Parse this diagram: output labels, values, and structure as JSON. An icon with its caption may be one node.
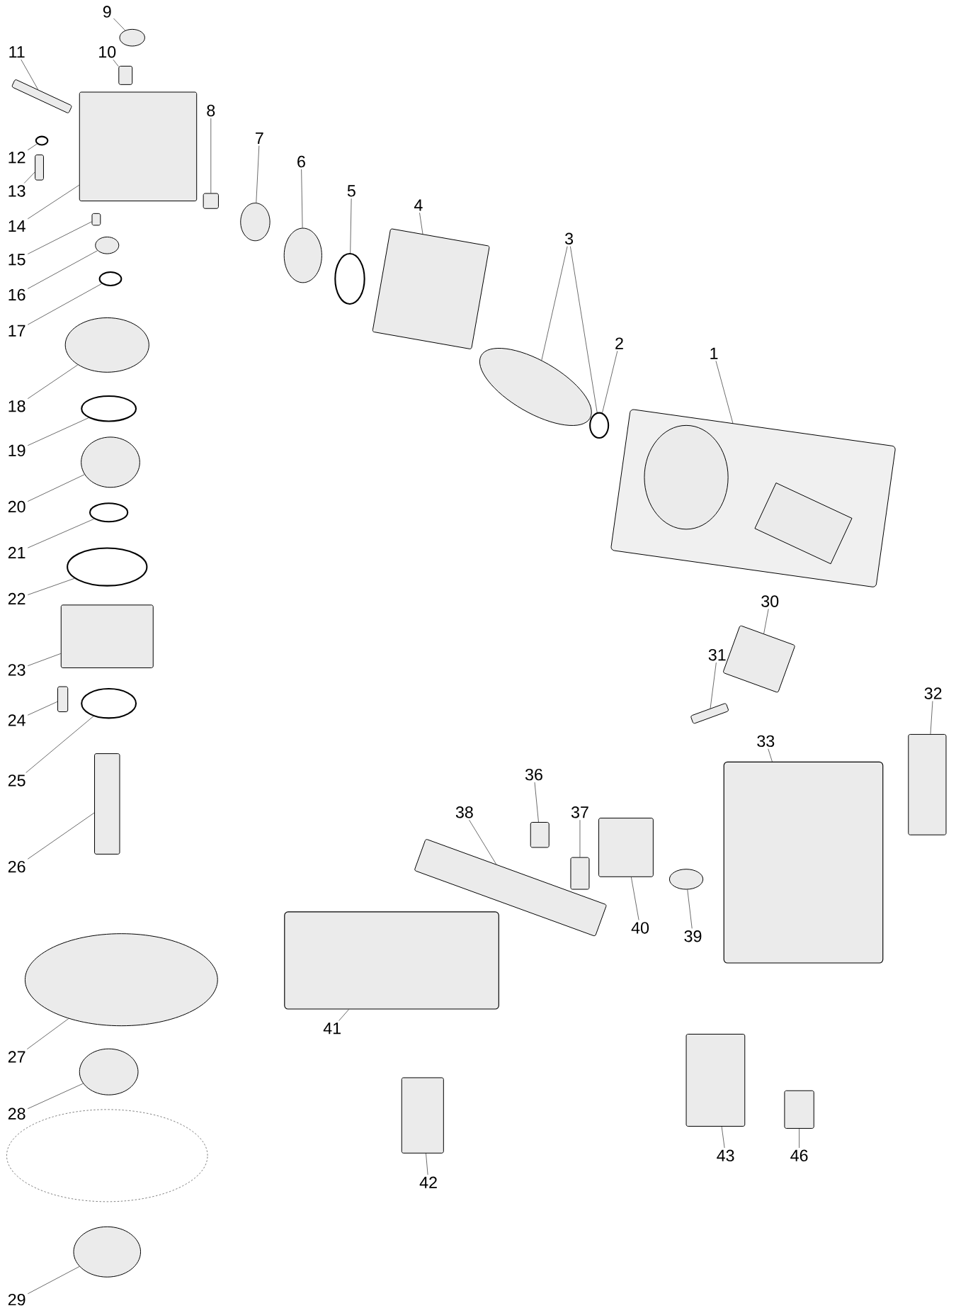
{
  "diagram": {
    "nodes": [
      {
        "text": [
          "1"
        ]
      },
      {
        "text": [],
        "shape": "box"
      },
      {
        "text": [
          "2"
        ]
      },
      {
        "text": [],
        "shape": "circle"
      },
      {
        "text": [
          "3"
        ]
      },
      {
        "text": [],
        "shape": "circle"
      },
      {
        "text": [
          "4"
        ]
      },
      {
        "text": [],
        "shape": "box"
      },
      {
        "text": [
          "5"
        ]
      },
      {
        "text": [],
        "shape": "circle"
      },
      {
        "text": [
          "6"
        ]
      },
      {
        "text": [],
        "shape": "circle"
      },
      {
        "text": [
          "7"
        ]
      },
      {
        "text": [],
        "shape": "circle"
      },
      {
        "text": [
          "8"
        ]
      },
      {
        "text": [],
        "shape": "box"
      },
      {
        "text": [
          "9"
        ]
      },
      {
        "text": [],
        "shape": "circle"
      },
      {
        "text": [
          "10"
        ]
      },
      {
        "text": [],
        "shape": "box"
      },
      {
        "text": [
          "11"
        ]
      },
      {
        "text": [],
        "shape": "box"
      },
      {
        "text": [
          "12"
        ]
      },
      {
        "text": [],
        "shape": "circle"
      },
      {
        "text": [
          "13"
        ]
      },
      {
        "text": [],
        "shape": "box"
      },
      {
        "text": [
          "14"
        ]
      },
      {
        "text": [],
        "shape": "box"
      },
      {
        "text": [
          "15"
        ]
      },
      {
        "text": [],
        "shape": "box"
      },
      {
        "text": [
          "16"
        ]
      },
      {
        "text": [],
        "shape": "circle"
      },
      {
        "text": [
          "17"
        ]
      },
      {
        "text": [],
        "shape": "circle"
      },
      {
        "text": [
          "18"
        ]
      },
      {
        "text": [],
        "shape": "circle"
      },
      {
        "text": [
          "19"
        ]
      },
      {
        "text": [],
        "shape": "circle"
      },
      {
        "text": [
          "20"
        ]
      },
      {
        "text": [],
        "shape": "circle"
      },
      {
        "text": [
          "21"
        ]
      },
      {
        "text": [],
        "shape": "circle"
      },
      {
        "text": [
          "22"
        ]
      },
      {
        "text": [],
        "shape": "circle"
      },
      {
        "text": [
          "23"
        ]
      },
      {
        "text": [],
        "shape": "box"
      },
      {
        "text": [
          "24"
        ]
      },
      {
        "text": [],
        "shape": "box"
      },
      {
        "text": [
          "25"
        ]
      },
      {
        "text": [],
        "shape": "circle"
      },
      {
        "text": [
          "26"
        ]
      },
      {
        "text": [],
        "shape": "box"
      },
      {
        "text": [
          "27"
        ]
      },
      {
        "text": [],
        "shape": "circle"
      },
      {
        "text": [
          "28"
        ]
      },
      {
        "text": [],
        "shape": "circle"
      },
      {
        "text": [
          "29"
        ]
      },
      {
        "text": [],
        "shape": "circle"
      },
      {
        "text": [
          "30"
        ]
      },
      {
        "text": [],
        "shape": "box"
      },
      {
        "text": [
          "31"
        ]
      },
      {
        "text": [],
        "shape": "box"
      },
      {
        "text": [
          "32"
        ]
      },
      {
        "text": [],
        "shape": "box"
      },
      {
        "text": [
          "33"
        ]
      },
      {
        "text": [],
        "shape": "box"
      },
      {
        "text": [
          "36"
        ]
      },
      {
        "text": [],
        "shape": "box"
      },
      {
        "text": [
          "37"
        ]
      },
      {
        "text": [],
        "shape": "box"
      },
      {
        "text": [
          "38"
        ]
      },
      {
        "text": [],
        "shape": "box"
      },
      {
        "text": [
          "39"
        ]
      },
      {
        "text": [],
        "shape": "circle"
      },
      {
        "text": [
          "40"
        ]
      },
      {
        "text": [],
        "shape": "box"
      },
      {
        "text": [
          "41"
        ]
      },
      {
        "text": [],
        "shape": "box"
      },
      {
        "text": [
          "42"
        ]
      },
      {
        "text": [],
        "shape": "box"
      },
      {
        "text": [
          "43"
        ]
      },
      {
        "text": [],
        "shape": "box"
      },
      {
        "text": [
          "46"
        ]
      },
      {
        "text": [],
        "shape": "box"
      }
    ],
    "edges": [
      {
        "from": 0,
        "to": 1,
        "arrow": "none"
      },
      {
        "from": 2,
        "to": 3,
        "arrow": "none"
      },
      {
        "from": 4,
        "to": 5,
        "arrow": "none"
      },
      {
        "from": 4,
        "to": 3,
        "arrow": "none"
      },
      {
        "from": 6,
        "to": 7,
        "arrow": "none"
      },
      {
        "from": 8,
        "to": 9,
        "arrow": "none"
      },
      {
        "from": 10,
        "to": 11,
        "arrow": "none"
      },
      {
        "from": 12,
        "to": 13,
        "arrow": "none"
      },
      {
        "from": 14,
        "to": 15,
        "arrow": "none"
      },
      {
        "from": 16,
        "to": 17,
        "arrow": "none"
      },
      {
        "from": 18,
        "to": 19,
        "arrow": "none"
      },
      {
        "from": 20,
        "to": 21,
        "arrow": "none"
      },
      {
        "from": 22,
        "to": 23,
        "arrow": "none"
      },
      {
        "from": 24,
        "to": 25,
        "arrow": "none"
      },
      {
        "from": 26,
        "to": 27,
        "arrow": "none"
      },
      {
        "from": 28,
        "to": 29,
        "arrow": "none"
      },
      {
        "from": 30,
        "to": 31,
        "arrow": "none"
      },
      {
        "from": 32,
        "to": 33,
        "arrow": "none"
      },
      {
        "from": 34,
        "to": 35,
        "arrow": "none"
      },
      {
        "from": 36,
        "to": 37,
        "arrow": "none"
      },
      {
        "from": 38,
        "to": 39,
        "arrow": "none"
      },
      {
        "from": 40,
        "to": 41,
        "arrow": "none"
      },
      {
        "from": 42,
        "to": 43,
        "arrow": "none"
      },
      {
        "from": 44,
        "to": 45,
        "arrow": "none"
      },
      {
        "from": 46,
        "to": 47,
        "arrow": "none"
      },
      {
        "from": 48,
        "to": 49,
        "arrow": "none"
      },
      {
        "from": 50,
        "to": 51,
        "arrow": "none"
      },
      {
        "from": 52,
        "to": 53,
        "arrow": "none"
      },
      {
        "from": 54,
        "to": 55,
        "arrow": "none"
      },
      {
        "from": 56,
        "to": 57,
        "arrow": "none"
      },
      {
        "from": 58,
        "to": 59,
        "arrow": "none"
      },
      {
        "from": 60,
        "to": 61,
        "arrow": "none"
      },
      {
        "from": 62,
        "to": 63,
        "arrow": "none"
      },
      {
        "from": 64,
        "to": 65,
        "arrow": "none"
      },
      {
        "from": 66,
        "to": 67,
        "arrow": "none"
      },
      {
        "from": 68,
        "to": 69,
        "arrow": "none"
      },
      {
        "from": 70,
        "to": 71,
        "arrow": "none"
      },
      {
        "from": 72,
        "to": 73,
        "arrow": "none"
      },
      {
        "from": 74,
        "to": 75,
        "arrow": "none"
      },
      {
        "from": 76,
        "to": 77,
        "arrow": "none"
      },
      {
        "from": 78,
        "to": 79,
        "arrow": "none"
      },
      {
        "from": 80,
        "to": 81,
        "arrow": "none"
      },
      {
        "from": 82,
        "to": 83,
        "arrow": "none"
      }
    ]
  }
}
